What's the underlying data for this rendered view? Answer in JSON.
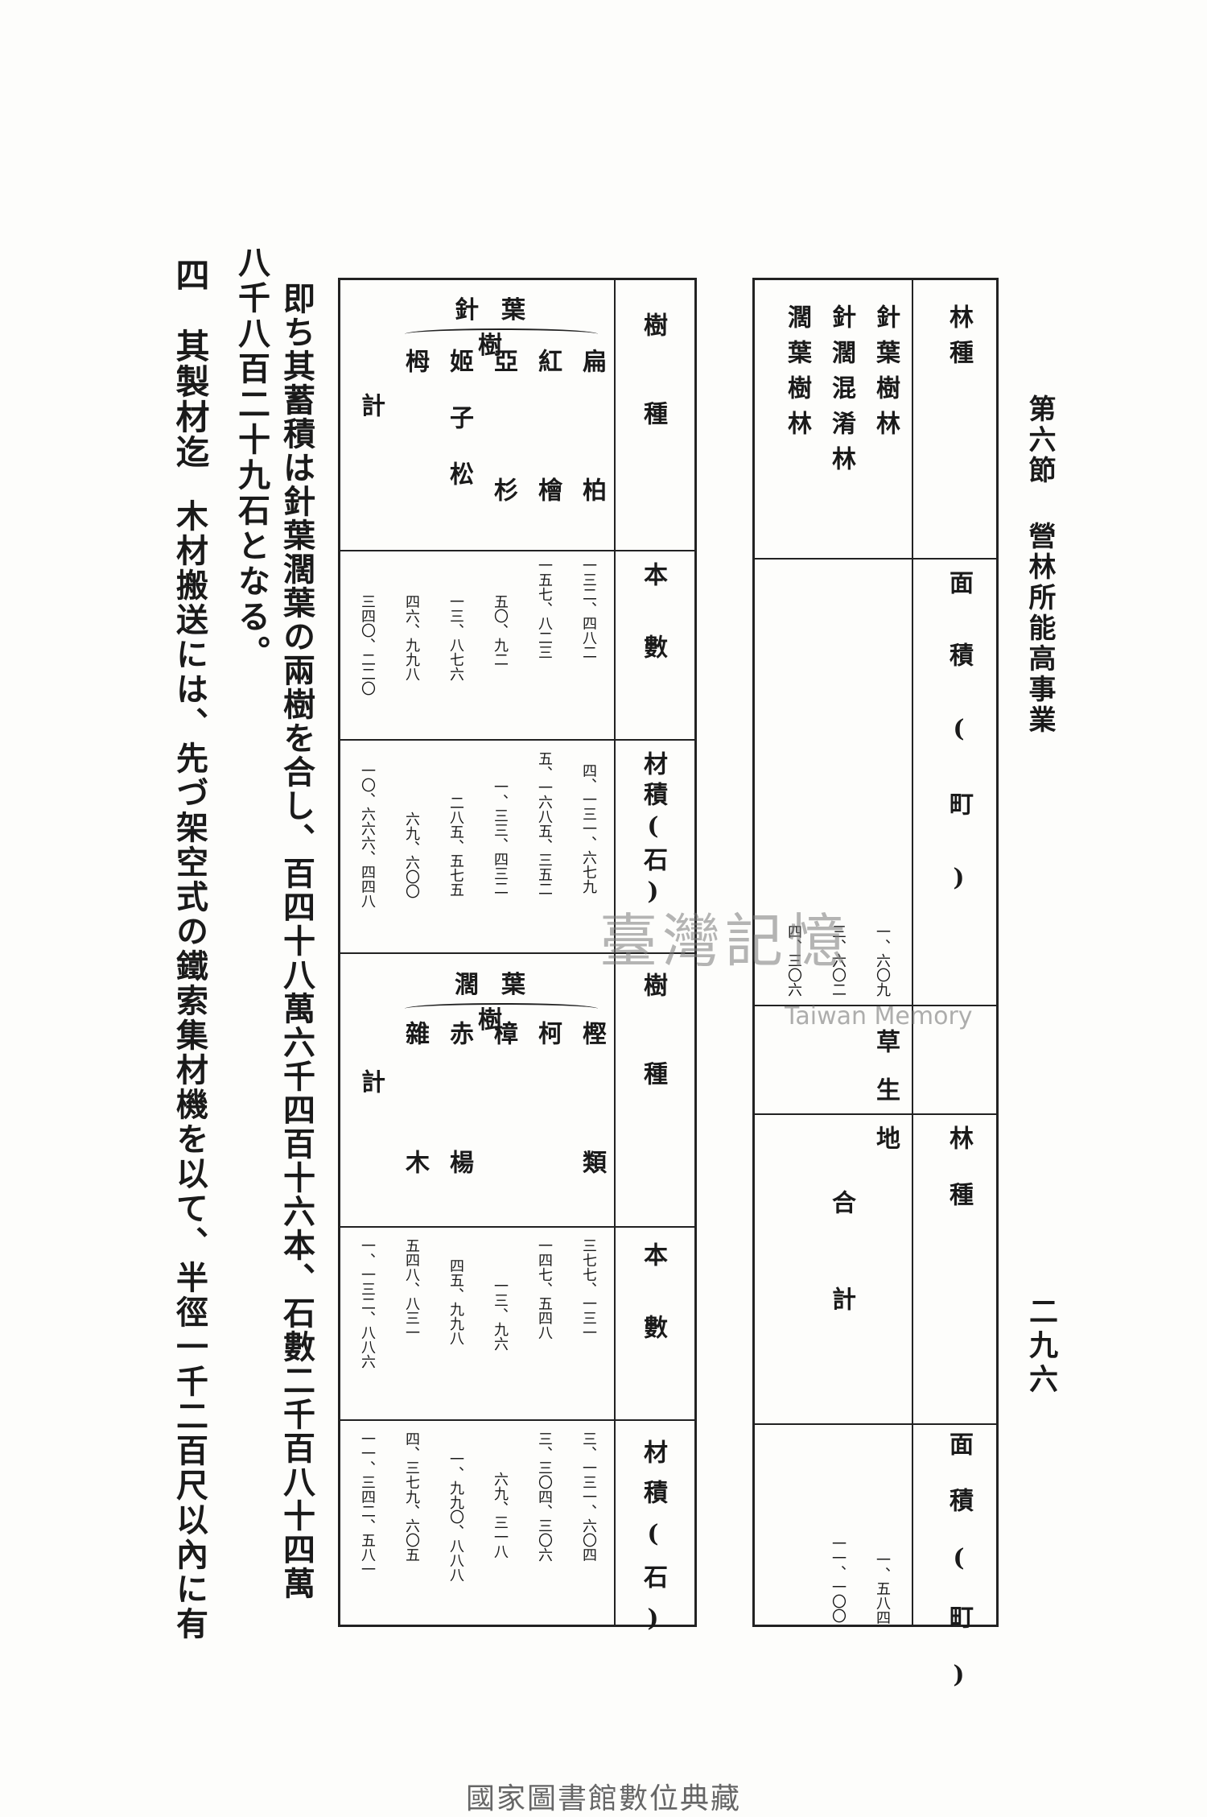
{
  "header": {
    "section_title": "第六節 營林所能高事業",
    "page_number": "二九六"
  },
  "table1": {
    "col_headers": {
      "forest_type": "林種",
      "area": "面積(町)",
      "forest_type2": "林種",
      "area2": "面積(町)"
    },
    "rows_left": [
      {
        "type": "針葉樹林",
        "area": "一、六〇九"
      },
      {
        "type": "針濶混淆林",
        "area": "三、六〇二"
      },
      {
        "type": "濶葉樹林",
        "area": "四、三〇六"
      }
    ],
    "rows_right": [
      {
        "type": "草生地",
        "area": "一、五八四"
      },
      {
        "type": "合計",
        "area": "一一、一〇〇"
      }
    ]
  },
  "table2": {
    "col_headers": {
      "species": "樹種",
      "count": "本數",
      "volume": "材積(石)"
    },
    "group1_label": "針葉樹",
    "group1_rows": [
      {
        "name": "扁柏",
        "count": "一三二、四八二",
        "volume": "四、一三一、六七九"
      },
      {
        "name": "紅檜",
        "count": "一五七、八二三",
        "volume": "五、一六八五、三五二"
      },
      {
        "name": "亞杉",
        "count": "五〇、九二",
        "volume": "一、三三、四三二"
      },
      {
        "name": "姬子松",
        "count": "一三、八七六",
        "volume": "二八五、五七五"
      },
      {
        "name": "栂",
        "count": "四六、九九八",
        "volume": "六九、六〇〇"
      }
    ],
    "group1_total": {
      "name": "計",
      "count": "三四〇、二二〇",
      "volume": "一〇、六六六、四四八"
    },
    "group2_label": "濶葉樹",
    "group2_rows": [
      {
        "name": "樫類",
        "count": "三七七、一三一",
        "volume": "三、一三一、六〇四"
      },
      {
        "name": "柯",
        "count": "一四七、五四八",
        "volume": "三、三〇四、三〇六"
      },
      {
        "name": "樟",
        "count": "一三、九六",
        "volume": "六九、三一八"
      },
      {
        "name": "赤楊",
        "count": "四五、九九八",
        "volume": "一、九九〇、八八八"
      },
      {
        "name": "雜木",
        "count": "五四八、八三一",
        "volume": "四、三七九、六〇五"
      }
    ],
    "group2_total": {
      "name": "計",
      "count": "一、一三二、八八六",
      "volume": "一一、三四二、五八一"
    }
  },
  "body": {
    "line1": "即ち其蓄積は針葉濶葉の兩樹を合し、百四十八萬六千四百十六本、石數二千百八十四萬",
    "line2": "八千八百二十九石となる。",
    "line3_heading": "四　其製材迄",
    "line3_text": "木材搬送には、先づ架空式の鐵索集材機を以て、半徑一千二百尺以內に有"
  },
  "watermark": {
    "main": "臺灣記憶",
    "sub": "Taiwan Memory"
  },
  "footer": {
    "text": "國家圖書館數位典藏"
  }
}
